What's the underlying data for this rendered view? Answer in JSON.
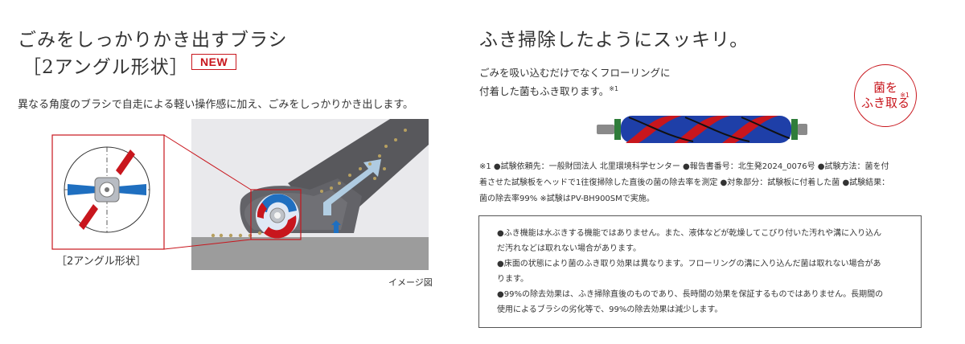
{
  "left": {
    "title_line1": "ごみをしっかりかき出すブラシ",
    "title_line2": "［2アングル形状］",
    "new_badge": "NEW",
    "description": "異なる角度のブラシで自走による軽い操作感に加え、ごみをしっかりかき出します。",
    "inset_caption": "［2アングル形状］",
    "image_note": "イメージ図"
  },
  "right": {
    "title": "ふき掃除したようにスッキリ。",
    "desc_line1": "ごみを吸い込むだけでなくフローリングに",
    "desc_line2": "付着した菌もふき取ります。",
    "desc_mark": "※1",
    "stamp_line1": "菌を",
    "stamp_line2": "ふき取る",
    "stamp_mark": "※1",
    "footnote_line1": "※1 ●試験依頼先：一般財団法人 北里環境科学センター ●報告書番号：北生発2024_0076号 ●試験方法：菌を付",
    "footnote_line2": "着させた試験板をヘッドで1往復掃除した直後の菌の除去率を測定 ●対象部分：試験板に付着した菌 ●試験結果：",
    "footnote_line3": "菌の除去率99% ※試験はPV-BH900SMで実施。",
    "notice": [
      "●ふき機能は水ぶきする機能ではありません。また、液体などが乾燥してこびり付いた汚れや溝に入り込ん",
      "だ汚れなどは取れない場合があります。",
      "●床面の状態により菌のふき取り効果は異なります。フローリングの溝に入り込んだ菌は取れない場合があ",
      "ります。",
      "●99%の除去効果は、ふき掃除直後のものであり、長時間の効果を保証するものではありません。長期間の",
      "使用によるブラシの劣化等で、99%の除去効果は減少します。"
    ]
  },
  "colors": {
    "accent_red": "#c8161d",
    "brush_blue": "#1f6fc0",
    "gray_bg": "#e9e9ec",
    "floor_gray": "#9c9c9c",
    "body_gray": "#555559"
  }
}
